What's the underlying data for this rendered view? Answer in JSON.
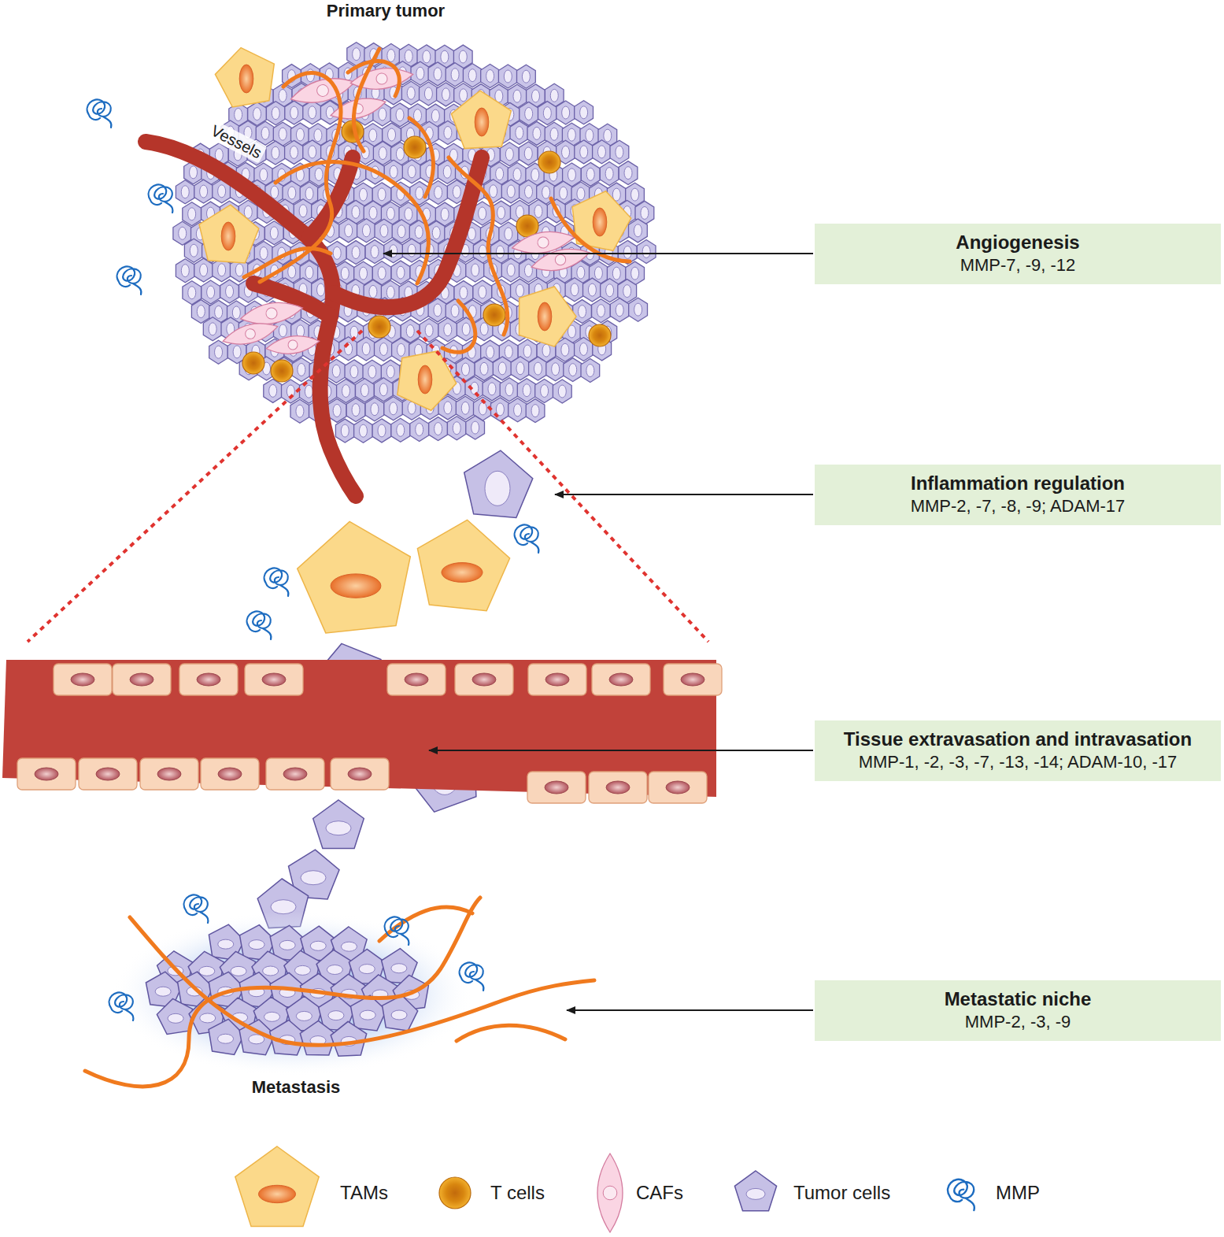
{
  "diagram": {
    "nodes": [
      {
        "text": [
          "Angiogenesis",
          "MMP-7, -9, -12"
        ]
      },
      {
        "text": [
          "Inflammation regulation",
          "MMP-2, -7, -8, -9; ADAM-17"
        ]
      },
      {
        "text": [
          "Tissue extravasation and intravasation",
          "MMP-1, -2, -3, -7, -13, -14; ADAM-10, -17"
        ]
      },
      {
        "text": [
          "Metastatic niche",
          "MMP-2, -3, -9"
        ]
      }
    ],
    "labels": [
      "Primary tumor",
      "Vessels",
      "Metastasis"
    ],
    "legend": [
      {
        "text": "TAMs"
      },
      {
        "text": "T cells"
      },
      {
        "text": "CAFs"
      },
      {
        "text": "Tumor cells"
      },
      {
        "text": "MMP"
      }
    ]
  }
}
